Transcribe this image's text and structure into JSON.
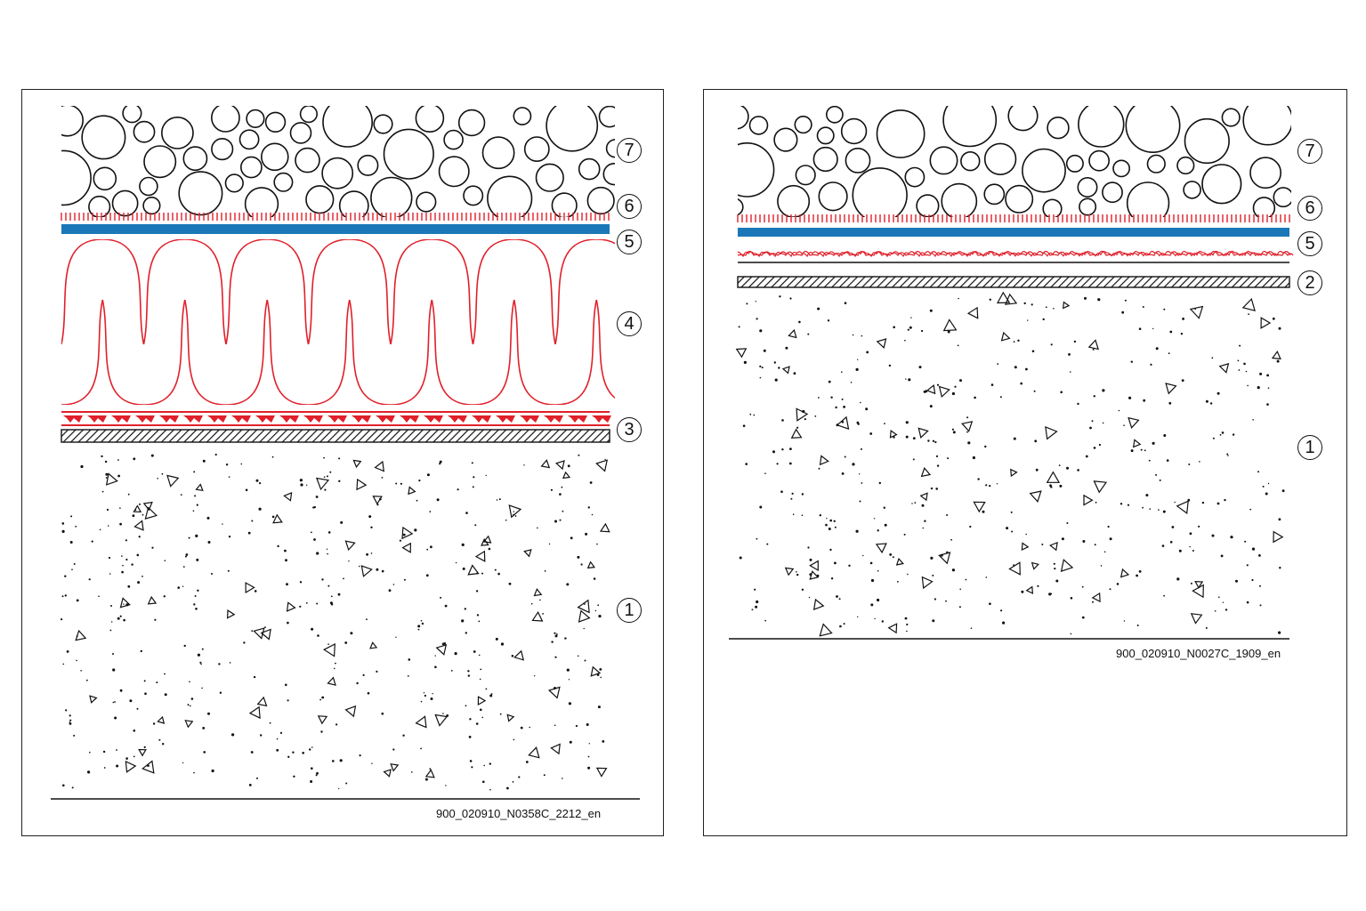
{
  "colors": {
    "membrane": "#1a78b8",
    "insulation": "#e0202a",
    "line": "#111111"
  },
  "left": {
    "code": "900_020910_N0358C_2212_en",
    "callouts": [
      "7",
      "6",
      "5",
      "4",
      "3",
      "1"
    ]
  },
  "right": {
    "code": "900_020910_N0027C_1909_en",
    "callouts": [
      "7",
      "6",
      "5",
      "2",
      "1"
    ]
  }
}
